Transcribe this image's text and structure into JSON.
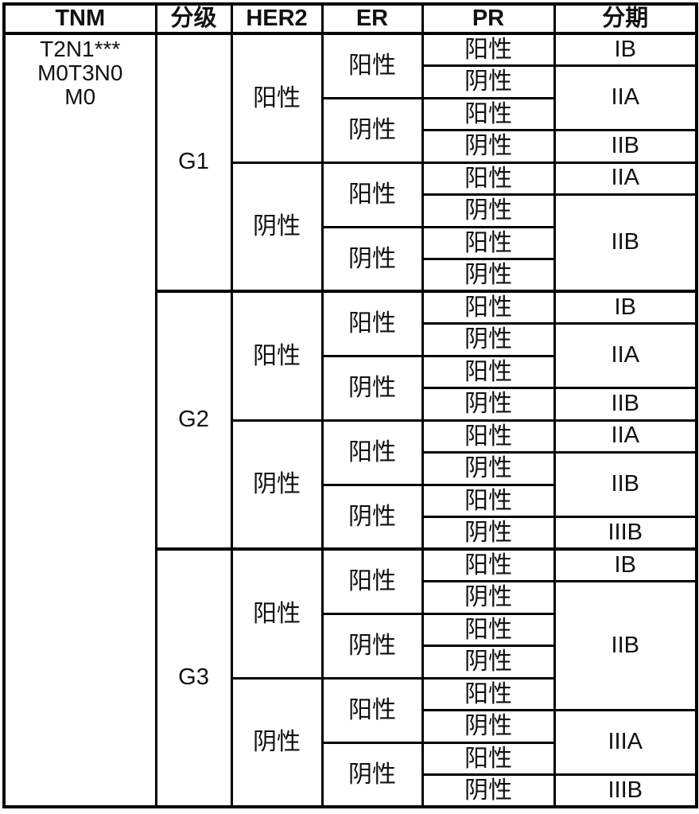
{
  "header": {
    "tnm": "TNM",
    "grade": "分级",
    "her2": "HER2",
    "er": "ER",
    "pr": "PR",
    "stage": "分期"
  },
  "tnm_value": "T2N1***\nM0T3N0\nM0",
  "marker": {
    "positive": "阳性",
    "negative": "阴性"
  },
  "grades": {
    "g1": "G1",
    "g2": "G2",
    "g3": "G3"
  },
  "stages": {
    "g1": [
      "IB",
      "IIA",
      "IIB",
      "IIA",
      "IIB"
    ],
    "g2": [
      "IB",
      "IIA",
      "IIB",
      "IIA",
      "IIB",
      "IIIB"
    ],
    "g3": [
      "IB",
      "IIB",
      "IIIA",
      "IIIB"
    ]
  },
  "colors": {
    "border": "#000000",
    "text": "#111111",
    "background": "#ffffff"
  }
}
